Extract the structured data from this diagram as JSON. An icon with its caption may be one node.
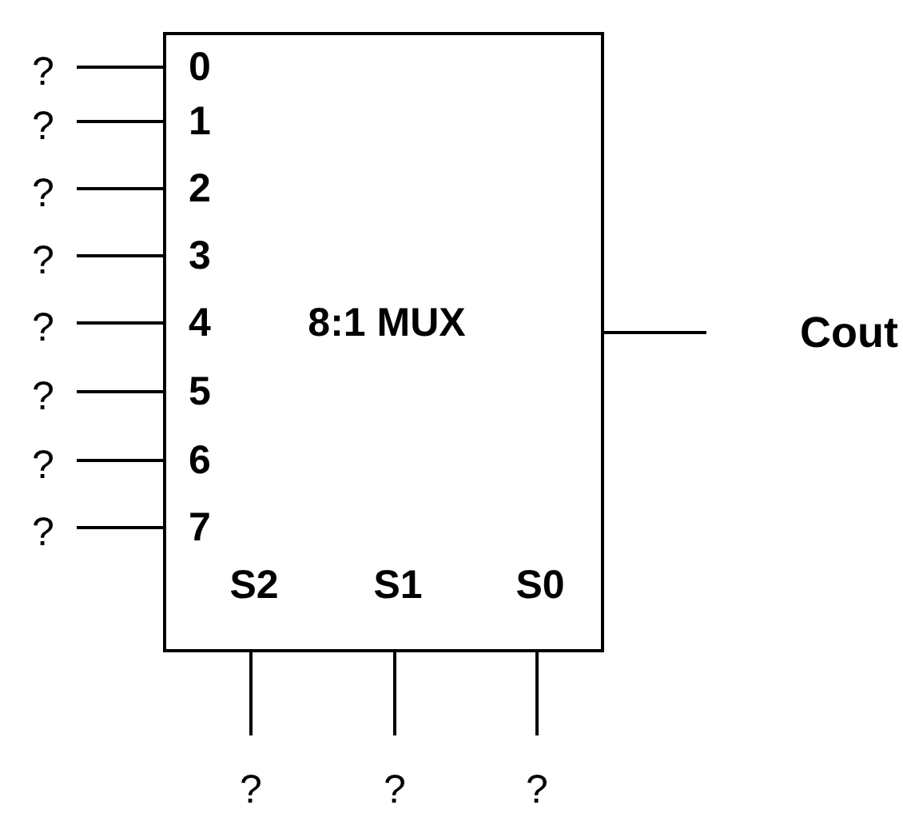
{
  "diagram": {
    "nodes": [
      {
        "text": [
          "0",
          "1",
          "2",
          "3",
          "4",
          "5",
          "6",
          "7",
          "8:1 MUX",
          "S2",
          "S1",
          "S0"
        ]
      },
      {
        "text": [
          "?"
        ]
      },
      {
        "text": [
          "?"
        ]
      },
      {
        "text": [
          "?"
        ]
      },
      {
        "text": [
          "?"
        ]
      },
      {
        "text": [
          "?"
        ]
      },
      {
        "text": [
          "?"
        ]
      },
      {
        "text": [
          "?"
        ]
      },
      {
        "text": [
          "?"
        ]
      },
      {
        "text": [
          "Cout"
        ]
      },
      {
        "text": [
          "?"
        ]
      },
      {
        "text": [
          "?"
        ]
      },
      {
        "text": [
          "?"
        ]
      }
    ],
    "edges": [
      {
        "from": 1,
        "to": 0,
        "arrow": "none"
      },
      {
        "from": 2,
        "to": 0,
        "arrow": "none"
      },
      {
        "from": 3,
        "to": 0,
        "arrow": "none"
      },
      {
        "from": 4,
        "to": 0,
        "arrow": "none"
      },
      {
        "from": 5,
        "to": 0,
        "arrow": "none"
      },
      {
        "from": 6,
        "to": 0,
        "arrow": "none"
      },
      {
        "from": 7,
        "to": 0,
        "arrow": "none"
      },
      {
        "from": 8,
        "to": 0,
        "arrow": "none"
      },
      {
        "from": 0,
        "to": 9,
        "arrow": "none"
      },
      {
        "from": 10,
        "to": 0,
        "arrow": "none"
      },
      {
        "from": 11,
        "to": 0,
        "arrow": "none"
      },
      {
        "from": 12,
        "to": 0,
        "arrow": "none"
      }
    ]
  }
}
